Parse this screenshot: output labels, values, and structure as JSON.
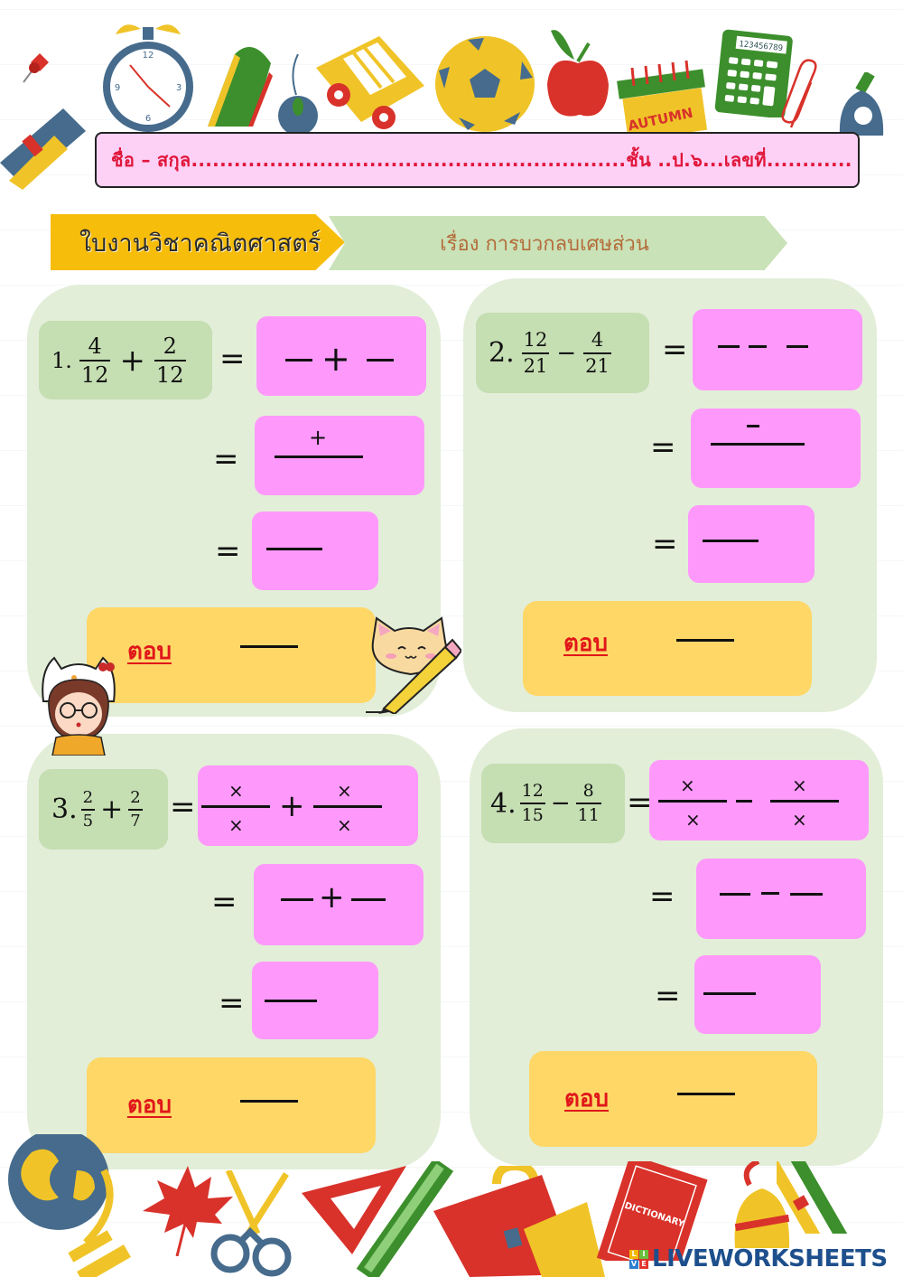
{
  "header": {
    "name_line": "ชื่อ – สกุล.............................................................ชั้น ..ป.๖...เลขที่............",
    "subject_title": "ใบงานวิชาคณิตศาสตร์",
    "topic_title": "เรื่อง การบวกลบเศษส่วน"
  },
  "colors": {
    "name_bar_bg": "#fdd0f6",
    "name_text": "#e0163a",
    "subject_chevron": "#f7bd0b",
    "topic_chevron": "#c9e2b8",
    "topic_text": "#b46c3a",
    "panel_bg": "#e2eed8",
    "question_box": "#c5deb2",
    "answer_slot": "#fe99fb",
    "final_answer_box": "#fed767",
    "answer_label": "#e0161a"
  },
  "answer_label": "ตอบ",
  "symbols": {
    "equals": "=",
    "plus": "+",
    "minus": "−",
    "times": "×"
  },
  "problems": [
    {
      "number": "1.",
      "operator": "+",
      "fractions": [
        {
          "num": "4",
          "den": "12"
        },
        {
          "num": "2",
          "den": "12"
        }
      ],
      "steps": [
        {
          "template": "— + —"
        },
        {
          "template": "(… + …) / …"
        },
        {
          "template": "— (result)"
        }
      ]
    },
    {
      "number": "2.",
      "operator": "−",
      "fractions": [
        {
          "num": "12",
          "den": "21"
        },
        {
          "num": "4",
          "den": "21"
        }
      ],
      "steps": [
        {
          "template": "— − —"
        },
        {
          "template": "(… − …) / …"
        },
        {
          "template": "— (result)"
        }
      ]
    },
    {
      "number": "3.",
      "operator": "+",
      "fractions": [
        {
          "num": "2",
          "den": "5"
        },
        {
          "num": "2",
          "den": "7"
        }
      ],
      "steps": [
        {
          "template": "(…×…)/(…×…) + (…×…)/(…×…)"
        },
        {
          "template": "— + —"
        },
        {
          "template": "— (result)"
        }
      ]
    },
    {
      "number": "4.",
      "operator": "−",
      "fractions": [
        {
          "num": "12",
          "den": "15"
        },
        {
          "num": "8",
          "den": "11"
        }
      ],
      "steps": [
        {
          "template": "(…×…)/(…×…) − (…×…)/(…×…)"
        },
        {
          "template": "— − —"
        },
        {
          "template": "— (result)"
        }
      ]
    }
  ],
  "clipart": {
    "calculator_display": "123456789",
    "calendar_label": "AUTUMN",
    "book_label": "DICTIONARY"
  },
  "branding": {
    "badge_letters": [
      "L",
      "I",
      "V",
      "E"
    ],
    "badge_colors": [
      "#f2b705",
      "#6bbf3a",
      "#2f7fd1",
      "#e2362f"
    ],
    "wordmark": "LIVEWORKSHEETS"
  }
}
